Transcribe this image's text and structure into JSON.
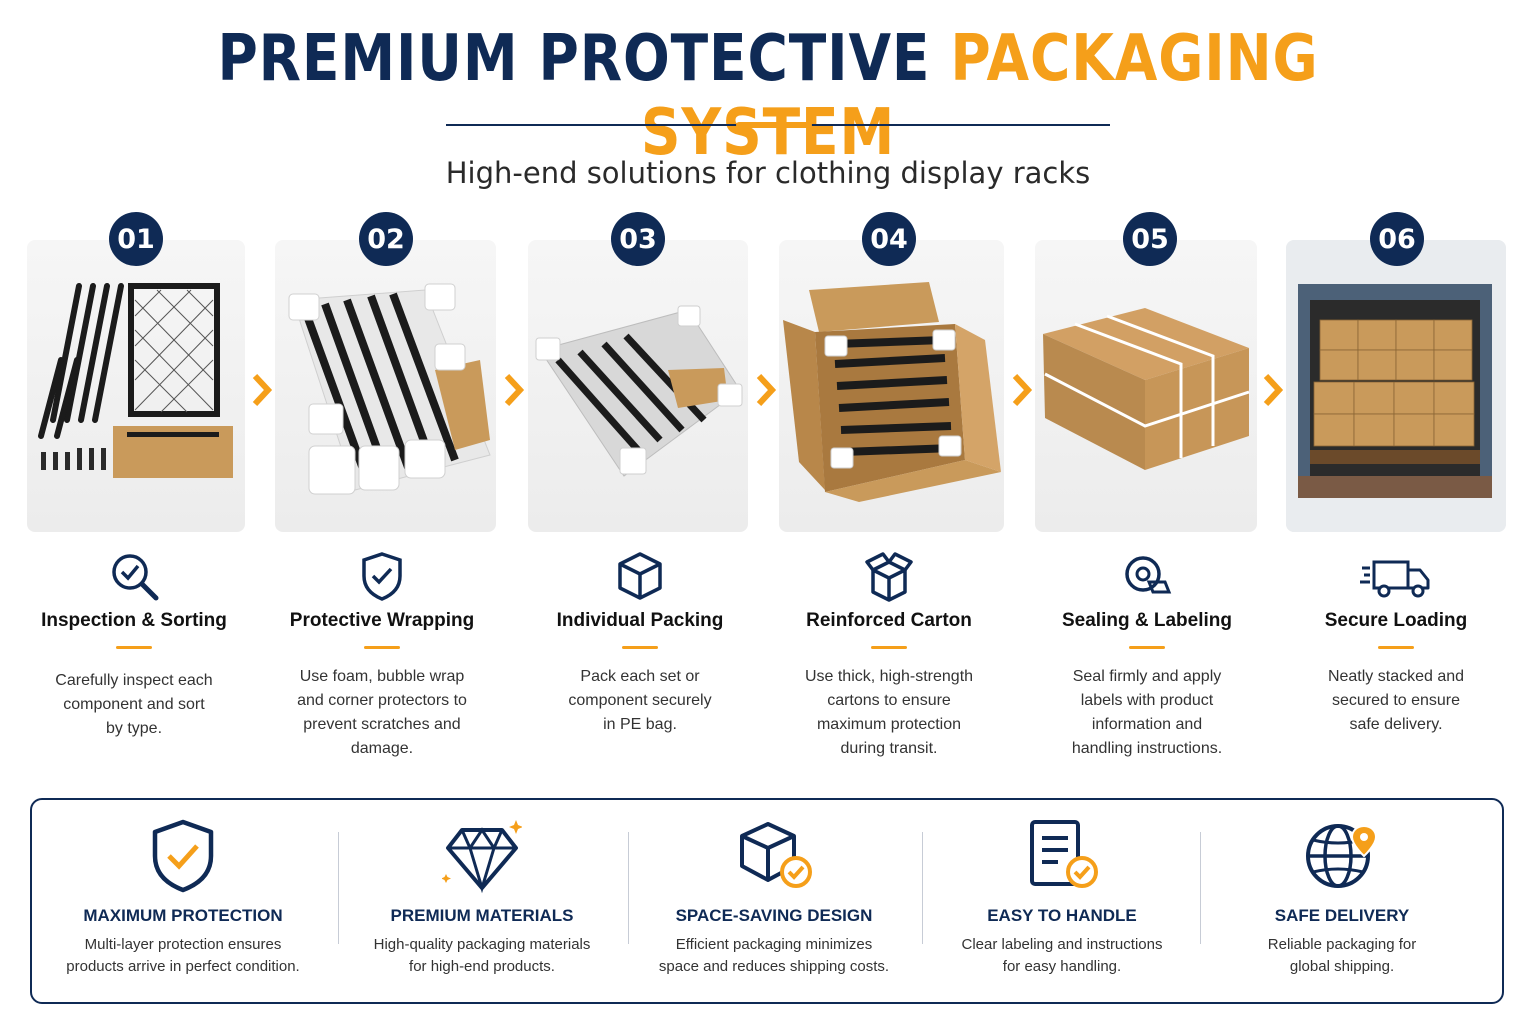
{
  "header": {
    "title_part1": "PREMIUM PROTECTIVE",
    "title_part2": "PACKAGING SYSTEM",
    "subtitle": "High-end solutions for clothing display racks"
  },
  "colors": {
    "navy": "#0f2a55",
    "orange": "#f59f1a"
  },
  "steps": [
    {
      "number": "01",
      "title": "Inspection & Sorting",
      "icon": "magnifier-check-icon",
      "desc": [
        "Carefully inspect each",
        "component and sort",
        "by type."
      ]
    },
    {
      "number": "02",
      "title": "Protective Wrapping",
      "icon": "shield-check-icon",
      "desc": [
        "Use foam, bubble wrap",
        "and corner protectors to",
        "prevent scratches and",
        "damage."
      ]
    },
    {
      "number": "03",
      "title": "Individual Packing",
      "icon": "cube-icon",
      "desc": [
        "Pack each set or",
        "component securely",
        "in PE bag."
      ]
    },
    {
      "number": "04",
      "title": "Reinforced Carton",
      "icon": "open-box-icon",
      "desc": [
        "Use thick, high-strength",
        "cartons to ensure",
        "maximum protection",
        "during transit."
      ]
    },
    {
      "number": "05",
      "title": "Sealing & Labeling",
      "icon": "tape-icon",
      "desc": [
        "Seal firmly and apply",
        "labels with product",
        "information and",
        "handling instructions."
      ]
    },
    {
      "number": "06",
      "title": "Secure Loading",
      "icon": "delivery-truck-icon",
      "desc": [
        "Neatly stacked and",
        "secured to ensure",
        "safe delivery."
      ]
    }
  ],
  "features": [
    {
      "title": "MAXIMUM PROTECTION",
      "icon": "shield-check-icon",
      "desc": [
        "Multi-layer protection ensures",
        "products arrive in perfect condition."
      ]
    },
    {
      "title": "PREMIUM MATERIALS",
      "icon": "diamond-icon",
      "desc": [
        "High-quality packaging materials",
        "for high-end products."
      ]
    },
    {
      "title": "SPACE-SAVING DESIGN",
      "icon": "box-check-icon",
      "desc": [
        "Efficient packaging minimizes",
        "space and reduces shipping costs."
      ]
    },
    {
      "title": "EASY TO HANDLE",
      "icon": "document-check-icon",
      "desc": [
        "Clear labeling and instructions",
        "for easy handling."
      ]
    },
    {
      "title": "SAFE DELIVERY",
      "icon": "globe-pin-icon",
      "desc": [
        "Reliable packaging for",
        "global shipping."
      ]
    }
  ]
}
